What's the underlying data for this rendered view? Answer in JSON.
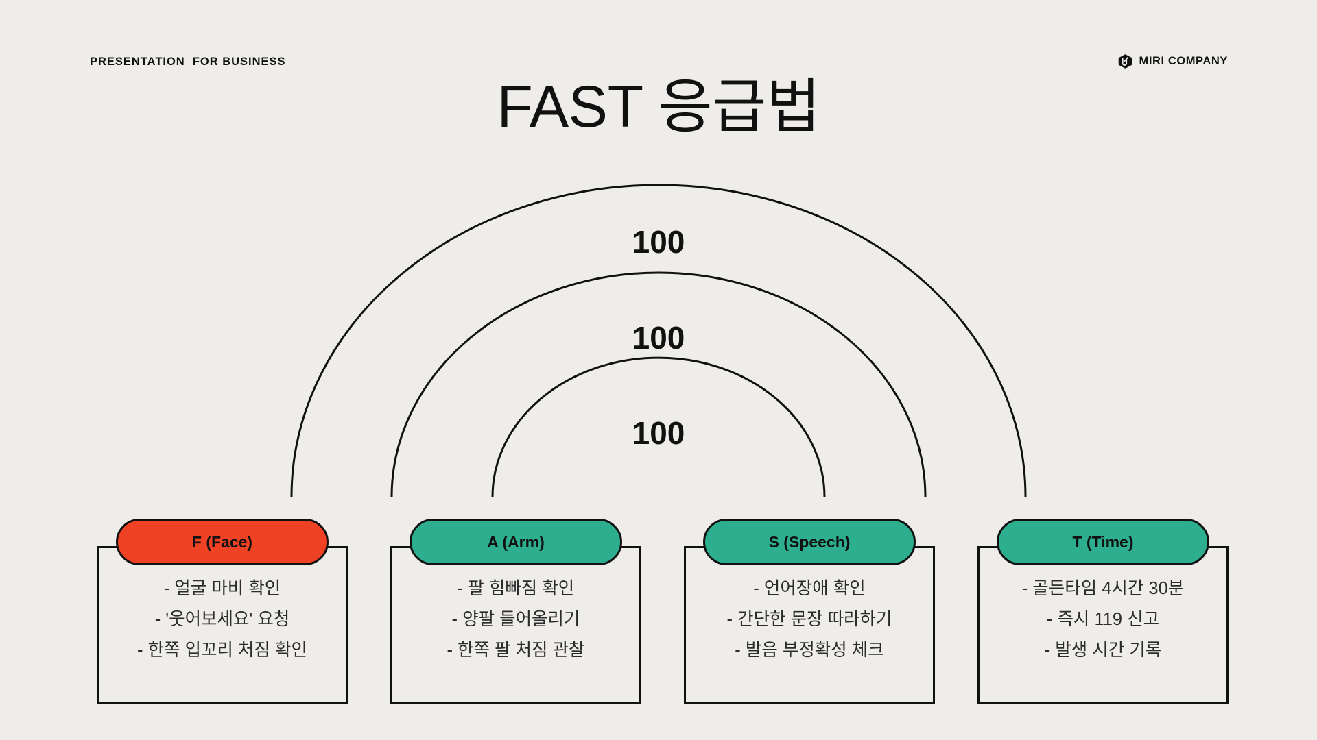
{
  "theme": {
    "background": "#EFEDE9",
    "ink": "#111111",
    "body_text": "#2B2B2B",
    "accent_red": "#EF4123",
    "accent_green": "#2DAF8F"
  },
  "header": {
    "eyebrow": "PRESENTATION  FOR BUSINESS",
    "brand_name": "MIRI COMPANY",
    "brand_icon": "hexagon-logo-icon"
  },
  "title": "FAST 응급법",
  "chart_data": {
    "type": "arc-diagram",
    "title": "FAST 응급법",
    "arcs": [
      {
        "label": "100",
        "ring": 1
      },
      {
        "label": "100",
        "ring": 2
      },
      {
        "label": "100",
        "ring": 3
      }
    ]
  },
  "cards": [
    {
      "pill_label": "F (Face)",
      "pill_color": "#EF4123",
      "lines": [
        "- 얼굴 마비 확인",
        "- '웃어보세요' 요청",
        "- 한쪽 입꼬리 처짐 확인"
      ]
    },
    {
      "pill_label": "A (Arm)",
      "pill_color": "#2DAF8F",
      "lines": [
        "- 팔 힘빠짐 확인",
        "- 양팔 들어올리기",
        "- 한쪽 팔 처짐 관찰"
      ]
    },
    {
      "pill_label": "S (Speech)",
      "pill_color": "#2DAF8F",
      "lines": [
        "- 언어장애 확인",
        "- 간단한 문장 따라하기",
        "- 발음 부정확성 체크"
      ]
    },
    {
      "pill_label": "T (Time)",
      "pill_color": "#2DAF8F",
      "lines": [
        "- 골든타임 4시간 30분",
        "- 즉시 119 신고",
        "- 발생 시간 기록"
      ]
    }
  ]
}
